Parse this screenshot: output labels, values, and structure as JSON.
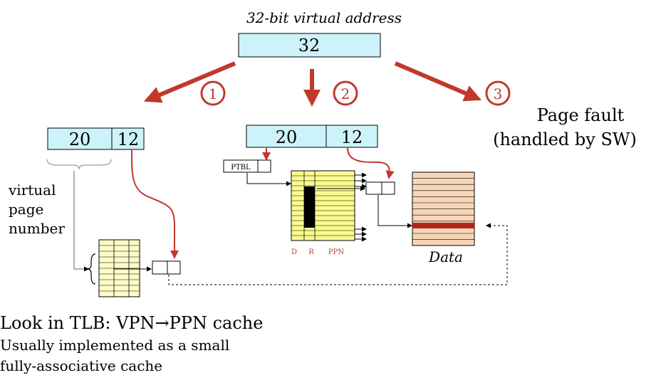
{
  "header": {
    "caption": "32-bit virtual address",
    "bits": "32"
  },
  "steps": [
    "1",
    "2",
    "3"
  ],
  "left": {
    "vpn_bits": "20",
    "offset_bits": "12",
    "vpn_label": [
      "virtual",
      "page",
      "number"
    ]
  },
  "middle": {
    "vpn_bits": "20",
    "offset_bits": "12",
    "ptbl": "PTBL",
    "columns": {
      "d": "D",
      "r": "R",
      "ppn": "PPN"
    },
    "data_label": "Data"
  },
  "right": {
    "fault_lines": [
      "Page fault",
      "(handled by SW)"
    ]
  },
  "footer": {
    "line1": "Look in TLB: VPN→PPN cache",
    "line2": "Usually implemented as a small",
    "line3": "fully-associative cache"
  },
  "colors": {
    "address_box": "#ccf3fa",
    "table_yellow": "#fbfb8e",
    "tlb_yellow": "#fdfbc8",
    "data_peach": "#f7d6b8",
    "accent_red": "#c0392b"
  }
}
